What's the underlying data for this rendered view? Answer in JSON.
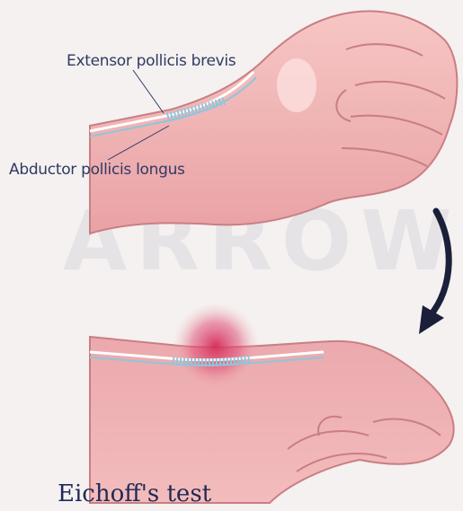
{
  "labels": {
    "extensor": "Extensor pollicis brevis",
    "abductor": "Abductor pollicis longus"
  },
  "caption": "Eichoff's test",
  "watermark": "ARROW",
  "colors": {
    "skin": "#f2b4b4",
    "skin_dark": "#d98a8d",
    "tendon": "#8ec6db",
    "pain": "#d42b58",
    "arrow": "#1b1f3a",
    "label": "#2f3a63"
  }
}
